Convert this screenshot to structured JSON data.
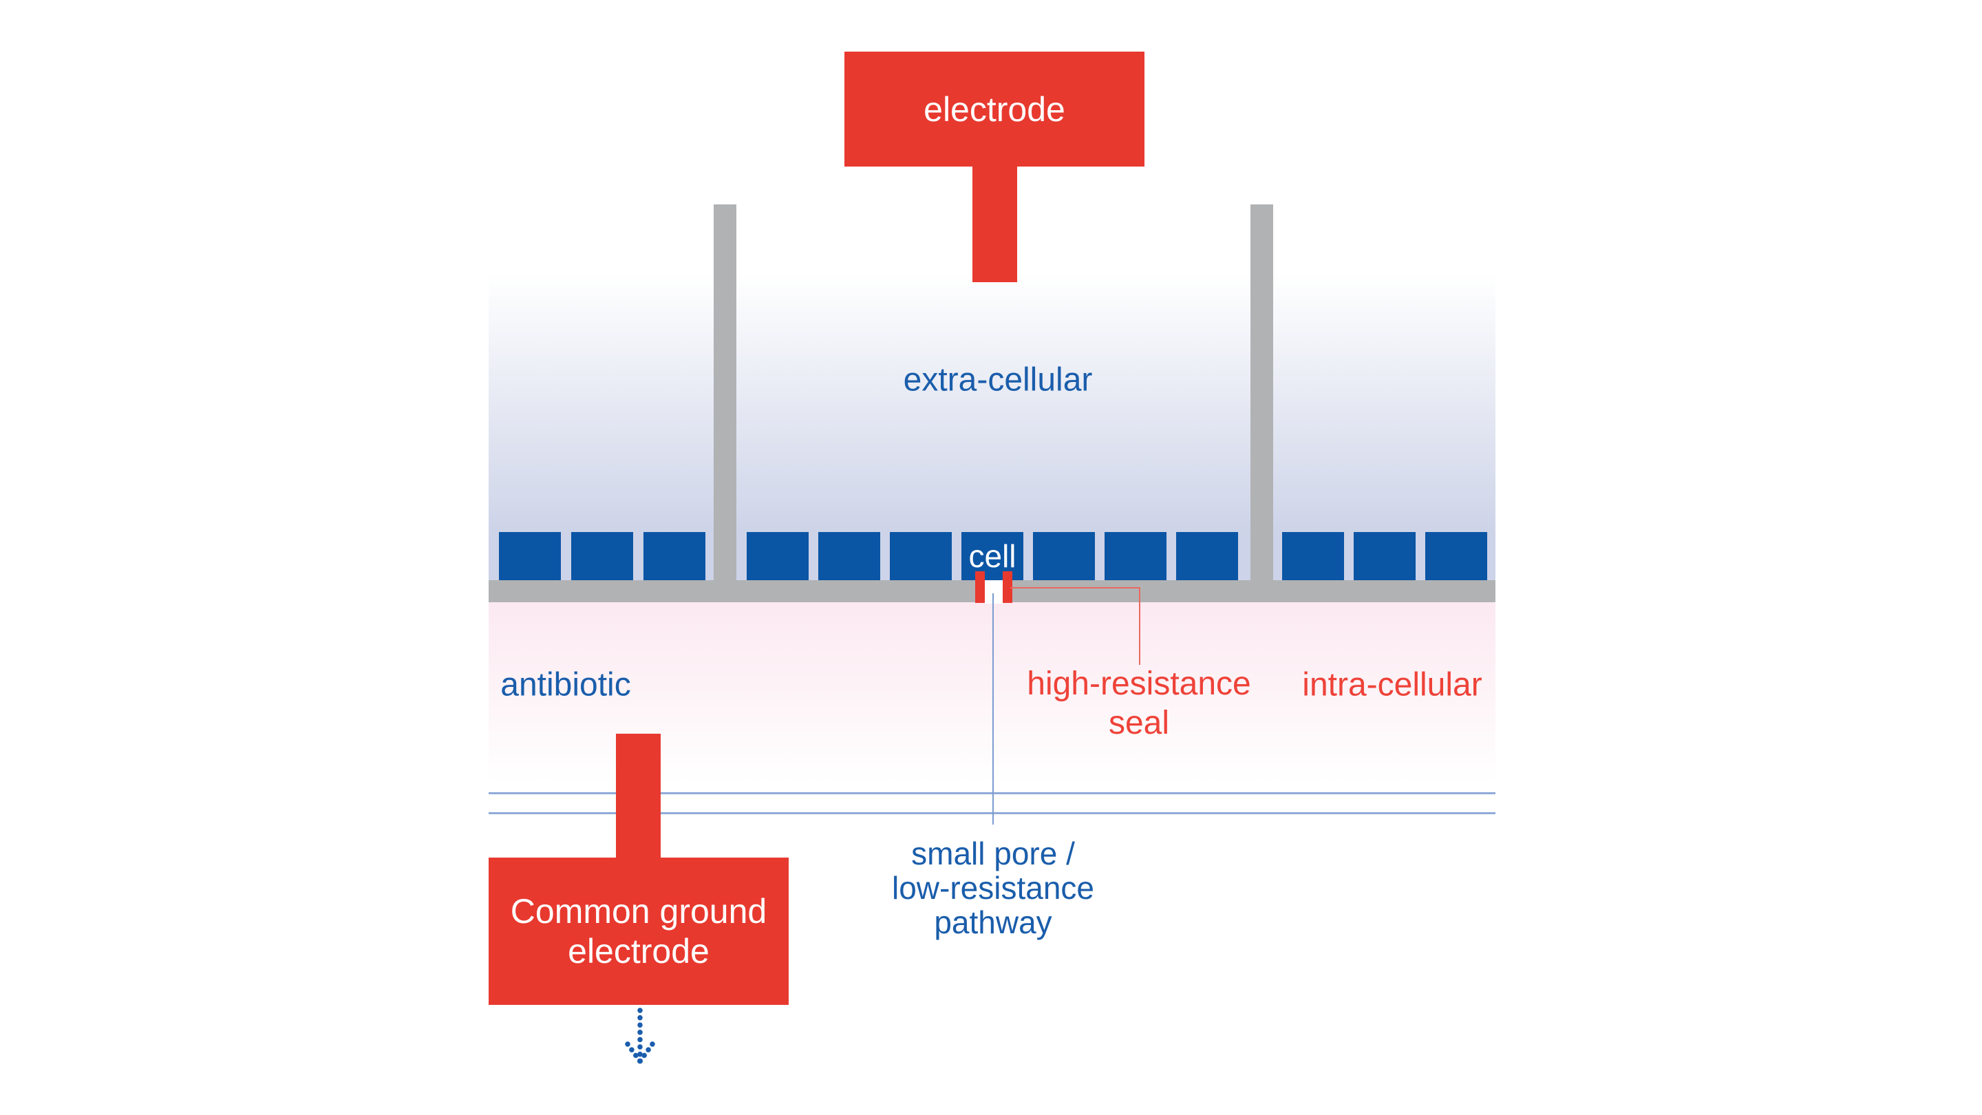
{
  "diagram": {
    "title_hint": "planar patch-clamp recording schematic",
    "electrode_label": "electrode",
    "extracellular_label": "extra-cellular",
    "cell_label": "cell",
    "antibiotic_label": "antibiotic",
    "high_resistance_seal": {
      "line1": "high-resistance",
      "line2": "seal"
    },
    "intracellular_label": "intra-cellular",
    "small_pore": {
      "line1": "small pore /",
      "line2": "low-resistance",
      "line3": "pathway"
    },
    "common_ground": {
      "line1": "Common ground",
      "line2": "electrode"
    }
  },
  "colors": {
    "electrode_red": "#e8392f",
    "cell_block_blue": "#0b55a5",
    "label_blue": "#1a5dab",
    "label_red": "#ee4238",
    "wall_gray": "#b1b2b4",
    "extracellular_lavender": "#cdd3e8",
    "intracellular_pink": "#fce9f1",
    "membrane_line_blue": "#8fabd8",
    "seal_connector_red": "#e96a60",
    "pore_connector_blue": "#7b9ccf"
  }
}
